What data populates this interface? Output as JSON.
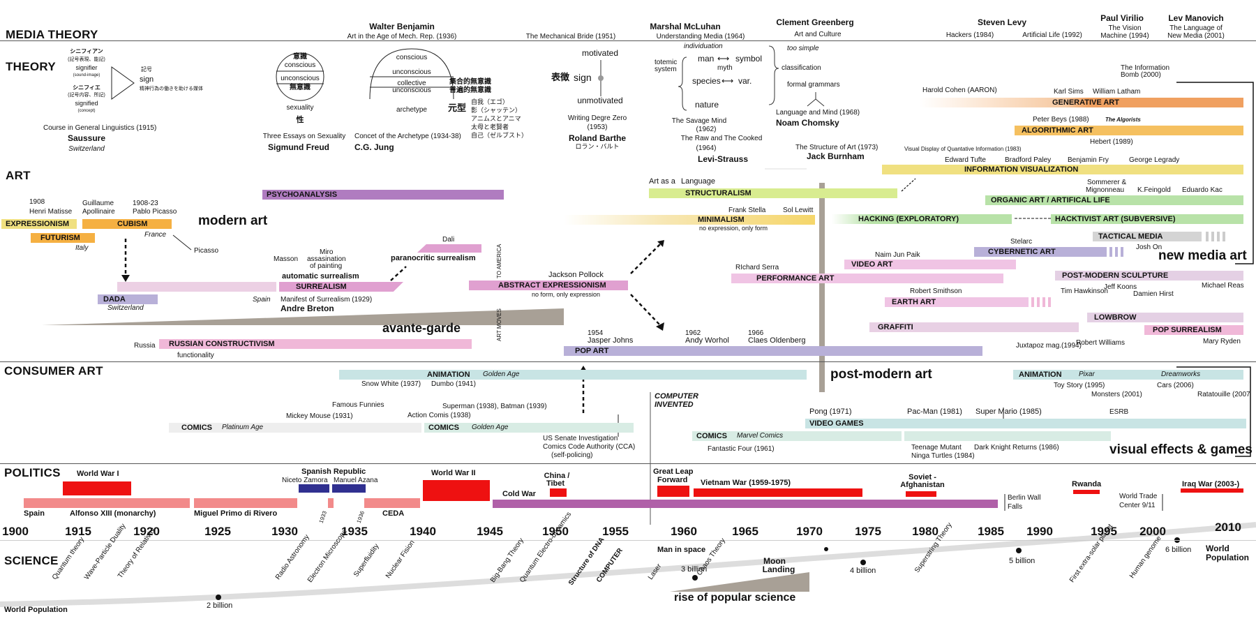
{
  "colors": {
    "orange": "#f5b042",
    "yellow": "#f0e080",
    "purple": "#b07cc0",
    "pink": "#e8a8cc",
    "lavender": "#b8b0d8",
    "green": "#b8e2a8",
    "lime": "#d8ec90",
    "teal": "#c8e4e4",
    "red": "#ee1111",
    "salmon": "#f28a8a",
    "navy": "#303090",
    "gray": "#a8a096",
    "grayLight": "#e8e8e8"
  },
  "sections": {
    "media_theory": "MEDIA THEORY",
    "theory": "THEORY",
    "art": "ART",
    "consumer_art": "CONSUMER ART",
    "politics": "POLITICS",
    "science": "SCIENCE"
  },
  "theorists": [
    {
      "name": "Walter Benjamin",
      "work": "Art in the Age of Mech. Rep. (1936)"
    },
    {
      "name": "",
      "work": "The Mechanical Bride (1951)"
    },
    {
      "name": "Marshal McLuhan",
      "work": "Understanding Media (1964)"
    },
    {
      "name": "Clement Greenberg",
      "work": "Art and Culture"
    },
    {
      "name": "Steven Levy",
      "work": "Hackers (1984)"
    },
    {
      "name": "",
      "work": "Artificial Life (1992)"
    },
    {
      "name": "Paul Virilio",
      "work": "The Vision Machine (1994)"
    },
    {
      "name": "Lev Manovich",
      "work": "The Language of New Media (2001)"
    }
  ],
  "saussure": {
    "jp_signifier": "シニフィアン",
    "jp_signifier_sub": "(記号表現、能記)",
    "signifier": "signifier",
    "signifier_sub": "(sound-image)",
    "jp_signified": "シニフィエ",
    "jp_signified_sub": "(記号内容、所記)",
    "signified": "signified",
    "signified_sub": "(concept)",
    "jp_sign": "記号",
    "sign": "sign",
    "sign_note": "精神行為の働きを助ける媒体",
    "book": "Course in General Linguistics (1915)",
    "name": "Saussure",
    "place": "Switzerland"
  },
  "freud": {
    "ishiki": "意識",
    "conscious": "conscious",
    "unconscious": "unconscious",
    "muishiki": "無意識",
    "sexuality": "sexuality",
    "sei": "性",
    "book": "Three Essays on Sexuality",
    "name": "Sigmund Freud"
  },
  "jung": {
    "conscious": "conscious",
    "unconscious": "unconscious",
    "collective": "collective",
    "collective2": "unconscious",
    "archetype": "archetype",
    "jp1": "集合的無意識",
    "jp2": "普遍的無意識",
    "genkei": "元型",
    "list": [
      "自我（エゴ）",
      "影（シャッテン）",
      "アニムスとアニマ",
      "太母と老賢者",
      "自己（ゼルブスト）"
    ],
    "book": "Concet of the Archetype (1934-38)",
    "name": "C.G. Jung"
  },
  "barthes": {
    "motivated": "motivated",
    "jp": "表徴",
    "sign": "sign",
    "unmotivated": "unmotivated",
    "book": "Writing Degre Zero",
    "year": "(1953)",
    "name": "Roland Barthe",
    "jp_name": "ロラン・バルト"
  },
  "levi": {
    "individuation": "individuation",
    "totemic": "totemic",
    "system": "system",
    "man": "man",
    "symbol": "symbol",
    "myth": "myth",
    "species": "species",
    "var": "var.",
    "nature": "nature",
    "b1": "The Savage Mind",
    "b1y": "(1962)",
    "b2": "The Raw and The Cooked",
    "b2y": "(1964)",
    "name": "Levi-Strauss"
  },
  "chomsky": {
    "too_simple": "too simple",
    "classification": "classification",
    "formal": "formal grammars",
    "book": "Language and Mind  (1968)",
    "name": "Noam Chomsky"
  },
  "burnham": {
    "book": "The Structure of Art (1973)",
    "name": "Jack Burnham"
  },
  "art_labels": {
    "modern_art": "modern art",
    "avante_garde": "avante-garde",
    "post_modern": "post-modern art",
    "new_media": "new media art",
    "vfx": "visual effects & games",
    "to_america": "TO AMERICA",
    "art_moves": "ART MOVES",
    "computer_invented": "COMPUTER INVENTED",
    "rise_science": "rise of popular science",
    "world_population": "World Population",
    "world_population2": "World Population"
  },
  "art_notes": [
    {
      "text": "1908"
    },
    {
      "text": "Henri Matisse"
    },
    {
      "text": "Guillaume"
    },
    {
      "text": "Apollinaire"
    },
    {
      "text": "1908-23"
    },
    {
      "text": "Pablo Picasso"
    },
    {
      "text": "France"
    },
    {
      "text": "Italy"
    },
    {
      "text": "Picasso"
    },
    {
      "text": "Switzerland"
    },
    {
      "text": "Spain"
    },
    {
      "text": "Masson"
    },
    {
      "text": "Miro"
    },
    {
      "text": "assasination"
    },
    {
      "text": "of painting"
    },
    {
      "text": "automatic surrealism"
    },
    {
      "text": "Dali"
    },
    {
      "text": "paranocritic surrealism"
    },
    {
      "text": "Manifest of Surrealism (1929)"
    },
    {
      "text": "Andre Breton"
    },
    {
      "text": "Russia"
    },
    {
      "text": "functionality"
    },
    {
      "text": "Jackson Pollock"
    },
    {
      "text": "no form, only expression"
    },
    {
      "text": "Art as a"
    },
    {
      "text": "Language"
    },
    {
      "text": "Frank Stella"
    },
    {
      "text": "Sol Lewitt"
    },
    {
      "text": "no expression, only form"
    },
    {
      "text": "RIchard Serra"
    },
    {
      "text": "Naim Jun Paik"
    },
    {
      "text": "Robert Smithson"
    },
    {
      "text": "1954"
    },
    {
      "text": "Jasper Johns"
    },
    {
      "text": "1962"
    },
    {
      "text": "Andy Worhol"
    },
    {
      "text": "1966"
    },
    {
      "text": "Claes Oldenberg"
    },
    {
      "text": "Harold Cohen (AARON)"
    },
    {
      "text": "Karl Sims"
    },
    {
      "text": "William Latham"
    },
    {
      "text": "The Information"
    },
    {
      "text": "Bomb (2000)"
    },
    {
      "text": "Peter Beys (1988)"
    },
    {
      "text": "The Algorists"
    },
    {
      "text": "Hebert (1989)"
    },
    {
      "text": "Visual Display of Quantative Information (1983)"
    },
    {
      "text": "Edward Tufte"
    },
    {
      "text": "Bradford Paley"
    },
    {
      "text": "Benjamin Fry"
    },
    {
      "text": "George Legrady"
    },
    {
      "text": "Sommerer &"
    },
    {
      "text": "Mignonneau"
    },
    {
      "text": "K.Feingold"
    },
    {
      "text": "Eduardo Kac"
    },
    {
      "text": "Stelarc"
    },
    {
      "text": "Josh On"
    },
    {
      "text": "Tim Hawkinson"
    },
    {
      "text": "Jeff Koons"
    },
    {
      "text": "Damien Hirst"
    },
    {
      "text": "Michael Reas"
    },
    {
      "text": "Juxtapoz  mag.(1994)"
    },
    {
      "text": "Robert Williams"
    },
    {
      "text": "Mary Ryden"
    }
  ],
  "bars": {
    "psychoanalysis": "PSYCHOANALYSIS",
    "expressionism": "EXPRESSIONISM",
    "cubism": "CUBISM",
    "futurism": "FUTURISM",
    "dada": "DADA",
    "surrealism": "SURREALISM",
    "russian": "RUSSIAN  CONSTRUCTIVISM",
    "abstract": "ABSTRACT EXPRESSIONISM",
    "structuralism": "STRUCTURALISM",
    "minimalism": "MINIMALISM",
    "pop": "POP ART",
    "performance": "PERFORMANCE ART",
    "video": "VIDEO ART",
    "earth": "EARTH ART",
    "graffiti": "GRAFFITI",
    "generative": "GENERATIVE ART",
    "algorithmic": "ALGORITHMIC ART",
    "infovis": "INFORMATION VISUALIZATION",
    "organic": "ORGANIC ART / ARTIFICAL LIFE",
    "hacking": "HACKING  (EXPLORATORY)",
    "hacktivist": "HACKTIVIST ART  (SUBVERSIVE)",
    "tactical": "TACTICAL MEDIA",
    "cyber": "CYBERNETIC ART",
    "pmsculpt": "POST-MODERN  SCULPTURE",
    "lowbrow": "LOWBROW",
    "popsur": "POP SURREALISM"
  },
  "consumer": {
    "animation": "ANIMATION",
    "golden_age": "Golden Age",
    "snow_white": "Snow White (1937)",
    "dumbo": "Dumbo (1941)",
    "comics": "COMICS",
    "platinum": "Platinum Age",
    "golden": "Golden Age",
    "famous": "Famous Funnies",
    "mickey": "Mickey Mouse (1931)",
    "superman": "Superman (1938), Batman (1939)",
    "action": "Action Comis (1938)",
    "senate": "US Senate Investigation",
    "cca": "Comics Code Authority (CCA)",
    "self": "(self-policing)",
    "marvel": "Marvel Comics",
    "ff": "Fantastic Four (1961)",
    "pong": "Pong (1971)",
    "pacman": "Pac-Man (1981)",
    "mario": "Super Mario (1985)",
    "esrb": "ESRB",
    "video_games": "VIDEO GAMES",
    "tmnt": "Teenage Mutant",
    "tmnt2": "Ninga Turtles (1984)",
    "dkr": "Dark Knight Returns (1986)",
    "anim2": "ANIMATION",
    "pixar": "Pixar",
    "dreamworks": "Dreamworks",
    "toy": "Toy Story (1995)",
    "cars": "Cars (2006)",
    "monsters": "Monsters (2001)",
    "ratatouille": "Ratatouille (2007"
  },
  "politics": {
    "ww1": "World War I",
    "spain": "Spain",
    "alfonso": "Alfonso XIII (monarchy)",
    "miguel": "Miguel Primo di Rivero",
    "republic": "Spanish Republic",
    "niceto": "Niceto Zamora",
    "azana": "Manuel Azana",
    "y1933": "1933",
    "y1936": "1936",
    "ceda": "CEDA",
    "ww2": "World War II",
    "china": "China /",
    "tibet": "Tibet",
    "cold": "Cold War",
    "glf": "Great Leap",
    "glf2": "Forward",
    "vietnam": "Vietnam War  (1959-1975)",
    "soviet": "Soviet -",
    "afghan": "Afghanistan",
    "berlin": "Berlin Wall",
    "falls": "Falls",
    "rwanda": "Rwanda",
    "wtc": "World Trade",
    "wtc2": "Center 9/11",
    "iraq": "Iraq War (2003-)"
  },
  "years": [
    "1900",
    "1915",
    "1920",
    "1925",
    "1930",
    "1935",
    "1940",
    "1945",
    "1950",
    "1955",
    "1960",
    "1965",
    "1970",
    "1975",
    "1980",
    "1985",
    "1990",
    "1995",
    "2000",
    "2010"
  ],
  "science": [
    "Quantum theory",
    "Wave-Particle Duality",
    "Theory of Relativity",
    "Radio Astronomy",
    "Electron Microscope",
    "Superfluidity",
    "Nuclear Fision",
    "Big-Bang Theory",
    "Quantum Electro-dynamics",
    "Structure of DNA",
    "COMPUTER",
    "Laser",
    "Chaos Theory",
    "Superstring Theory",
    "First extra-solar planet",
    "Human genome"
  ],
  "science_flat": {
    "space": "Man in space",
    "moon": "Moon",
    "moon2": "Landing"
  },
  "population": [
    "2 billion",
    "3 billion",
    "4 billion",
    "5 billion",
    "6 billion"
  ]
}
